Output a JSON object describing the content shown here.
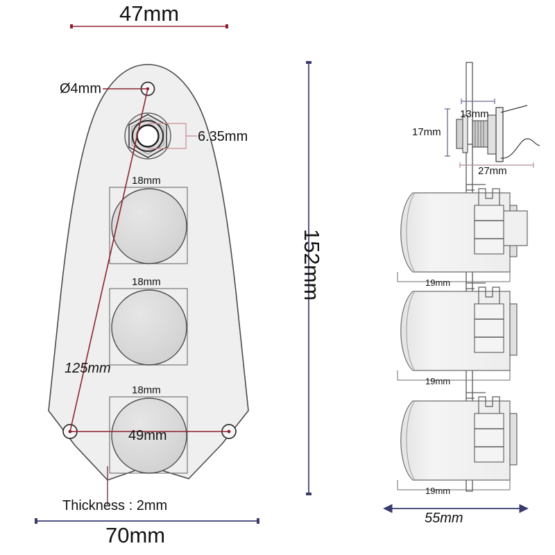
{
  "drawing": {
    "title": "Guitar control plate technical drawing",
    "units": "mm",
    "colors": {
      "outline": "#4a4a4a",
      "plate_fill": "#efefef",
      "knob_fill": "#d9d9d9",
      "dim_red": "#8b2230",
      "dim_blue": "#3a3a6e",
      "text": "#111111"
    }
  },
  "front_view": {
    "name": "control-plate-front-view",
    "width_top_label": "47mm",
    "width_bottom_label": "70mm",
    "screw_hole_label": "Ø4mm",
    "jack_hole_label": "6.35mm",
    "knob_hole_label_1": "18mm",
    "knob_hole_label_2": "18mm",
    "knob_hole_label_3": "18mm",
    "diagonal_label": "125mm",
    "screw_spacing_label": "49mm",
    "thickness_label": "Thickness : 2mm"
  },
  "side_view": {
    "name": "control-plate-side-view",
    "height_label": "152mm",
    "depth_label": "55mm",
    "jack_length_label": "27mm",
    "jack_height_label": "17mm",
    "jack_plate_label": "13mm",
    "knob_label_1": "19mm",
    "knob_label_2": "19mm",
    "knob_label_3": "19mm"
  }
}
